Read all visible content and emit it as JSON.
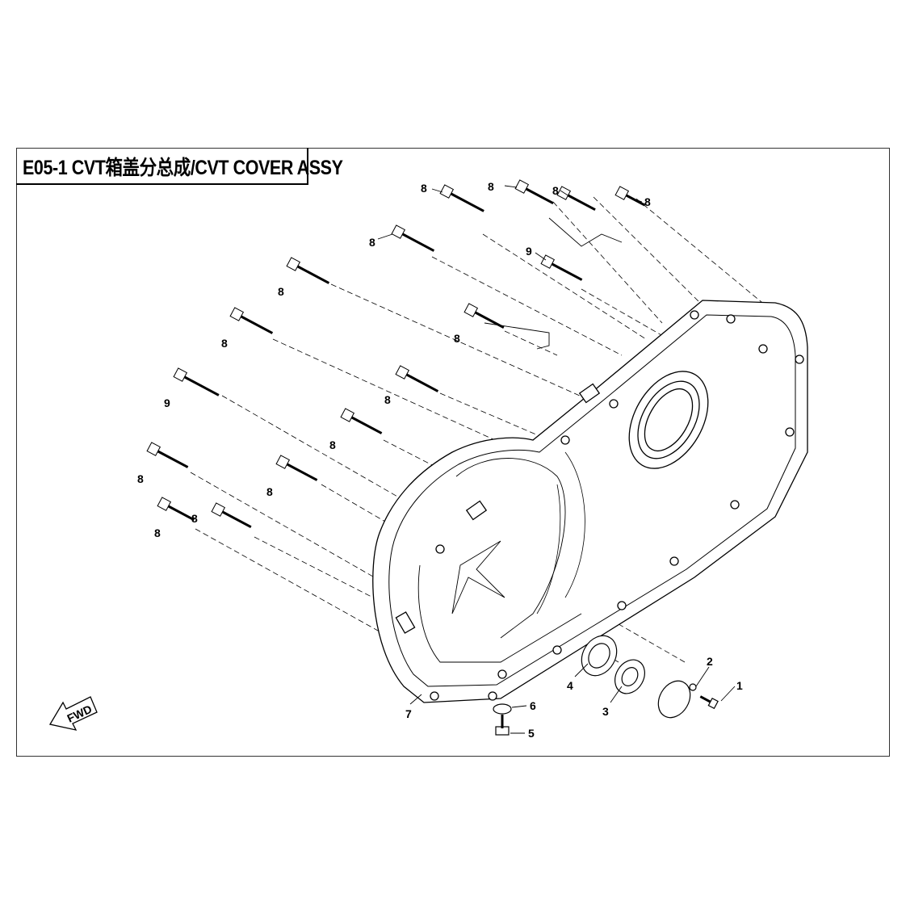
{
  "title": "E05-1 CVT箱盖分总成/CVT COVER ASSY",
  "fwd_label": "FWD",
  "colors": {
    "line": "#000000",
    "background": "#ffffff"
  },
  "callouts": [
    {
      "id": "c1",
      "text": "1"
    },
    {
      "id": "c2",
      "text": "2"
    },
    {
      "id": "c3",
      "text": "3"
    },
    {
      "id": "c4",
      "text": "4"
    },
    {
      "id": "c5",
      "text": "5"
    },
    {
      "id": "c6",
      "text": "6"
    },
    {
      "id": "c7",
      "text": "7"
    },
    {
      "id": "c8a",
      "text": "8"
    },
    {
      "id": "c8b",
      "text": "8"
    },
    {
      "id": "c8c",
      "text": "8"
    },
    {
      "id": "c8d",
      "text": "8"
    },
    {
      "id": "c8e",
      "text": "8"
    },
    {
      "id": "c8f",
      "text": "8"
    },
    {
      "id": "c8g",
      "text": "8"
    },
    {
      "id": "c8h",
      "text": "8"
    },
    {
      "id": "c8i",
      "text": "8"
    },
    {
      "id": "c8j",
      "text": "8"
    },
    {
      "id": "c8k",
      "text": "8"
    },
    {
      "id": "c8l",
      "text": "8"
    },
    {
      "id": "c8m",
      "text": "8"
    },
    {
      "id": "c8n",
      "text": "8"
    },
    {
      "id": "c9a",
      "text": "9"
    },
    {
      "id": "c9b",
      "text": "9"
    }
  ]
}
